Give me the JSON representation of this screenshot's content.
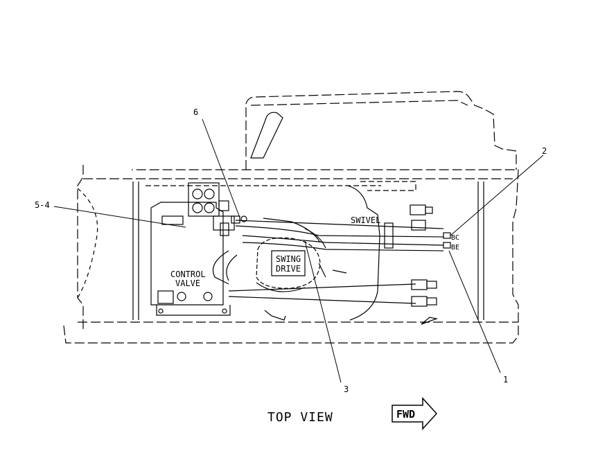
{
  "callouts": {
    "c1": "1",
    "c2": "2",
    "c3": "3",
    "c54": "5-4",
    "c6": "6"
  },
  "components": {
    "swivel": "SWIVEL",
    "swing_line1": "SWING",
    "swing_line2": "DRIVE",
    "control_line1": "CONTROL",
    "control_line2": "VALVE"
  },
  "hose_tags": {
    "upper": "BC",
    "lower": "BE"
  },
  "caption": {
    "view": "TOP VIEW",
    "forward": "FWD"
  },
  "colors": {
    "line": "#000000",
    "background": "#ffffff"
  }
}
